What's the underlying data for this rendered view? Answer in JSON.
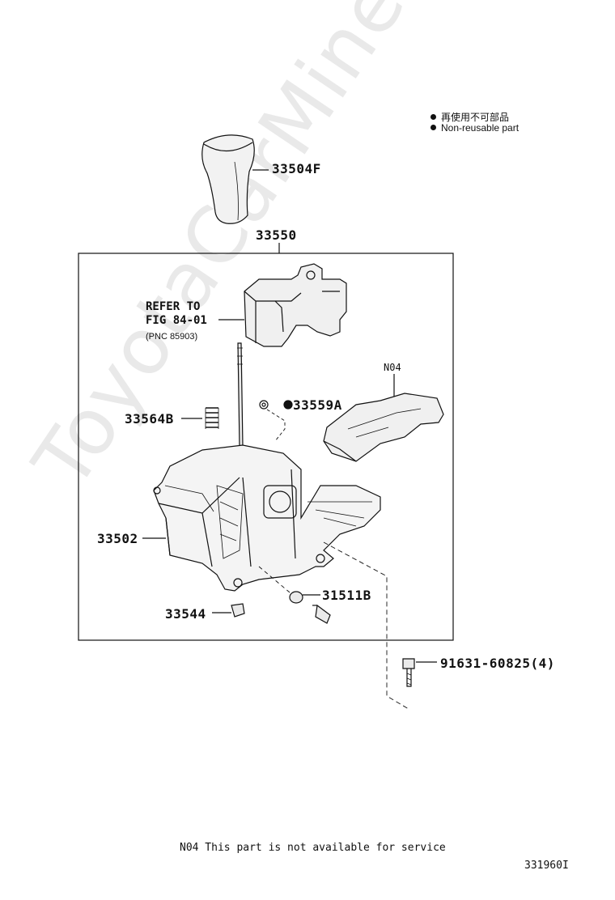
{
  "legend": {
    "items": [
      {
        "label": "再使用不可部品"
      },
      {
        "label": "Non-reusable part"
      }
    ]
  },
  "watermark": "ToyotaCarMine.ru",
  "parts": {
    "knob": "33504F",
    "assembly": "33550",
    "refer_line1": "REFER TO",
    "refer_line2": "FIG 84-01",
    "refer_line3": "(PNC 85903)",
    "n04": "N04",
    "clip": "33559A",
    "spring": "33564B",
    "housing": "33502",
    "pin": "31511B",
    "bush": "33544",
    "bolt": "91631-60825(4)"
  },
  "footnote": "N04 This part is not available for service",
  "figure_id": "331960I"
}
